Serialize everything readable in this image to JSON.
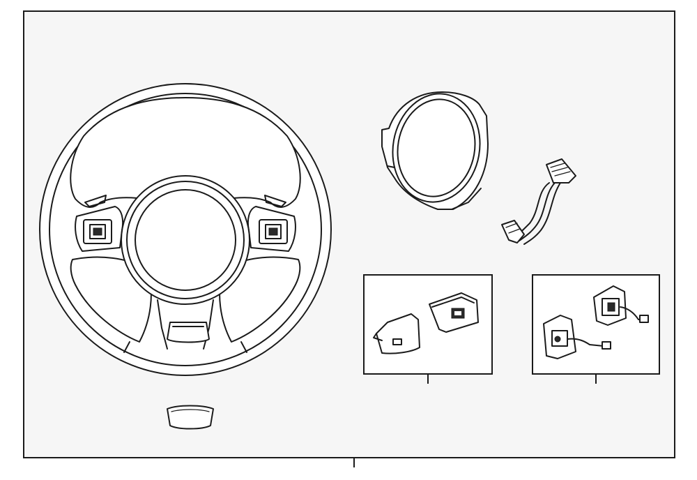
{
  "diagram": {
    "background": "#ffffff",
    "line_color": "#1a1a1a",
    "frame_fill": "#f6f6f6",
    "parts": [
      {
        "name": "steering-wheel"
      },
      {
        "name": "emblem-badge"
      },
      {
        "name": "wheel-cover-ring"
      },
      {
        "name": "wiring-harness"
      },
      {
        "name": "paddle-shifters-inset"
      },
      {
        "name": "switch-modules-inset"
      }
    ]
  }
}
